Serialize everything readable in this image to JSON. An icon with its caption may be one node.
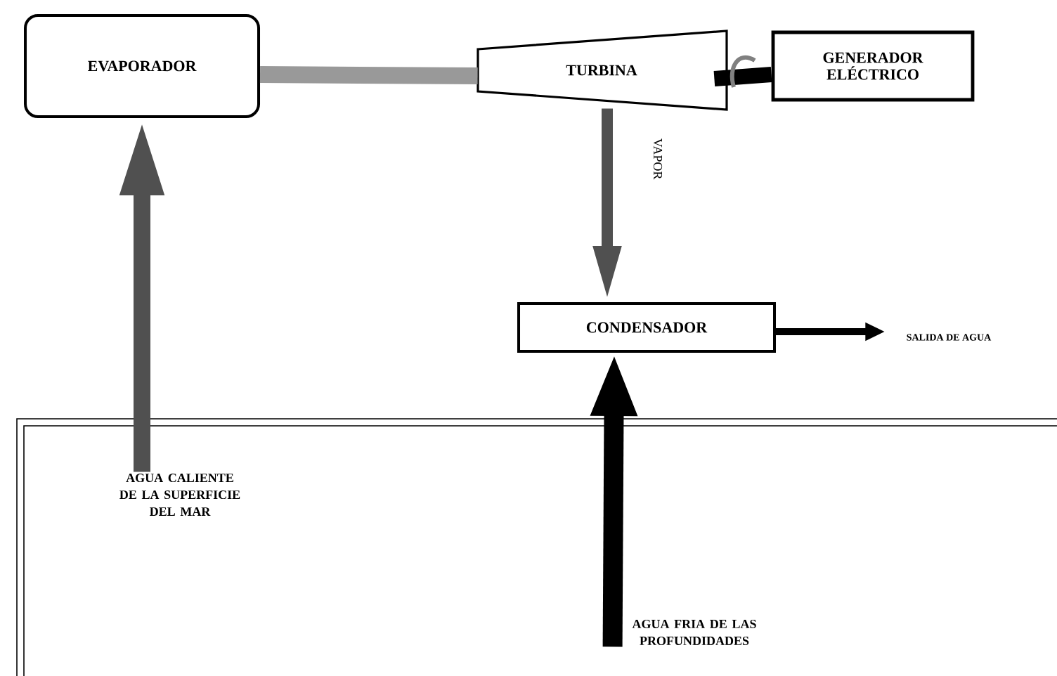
{
  "diagram": {
    "nodes": [
      {
        "text": [
          "EVAPORADOR"
        ]
      },
      {
        "text": [
          "TURBINA"
        ]
      },
      {
        "text": [
          "GENERADOR ELÉCTRICO"
        ]
      },
      {
        "text": [
          "CONDENSADOR"
        ]
      },
      {
        "text": [
          "AGUA CALIENTE DE LA SUPERFICIE DEL MAR"
        ]
      },
      {
        "text": [
          "AGUA FRIA DE LAS PROFUNDIDADES"
        ]
      },
      {
        "text": [
          "SALIDA DE AGUA"
        ]
      }
    ],
    "edges": [
      {
        "from": 4,
        "to": 0,
        "arrow": "to",
        "color": "#505050"
      },
      {
        "from": 0,
        "to": 1,
        "arrow": "none",
        "color": "#999999"
      },
      {
        "from": 1,
        "to": 2,
        "arrow": "none"
      },
      {
        "from": 1,
        "to": 3,
        "arrow": "to",
        "label": "VAPOR",
        "color": "#505050"
      },
      {
        "from": 5,
        "to": 3,
        "arrow": "to"
      },
      {
        "from": 3,
        "to": 6,
        "arrow": "to"
      }
    ]
  }
}
